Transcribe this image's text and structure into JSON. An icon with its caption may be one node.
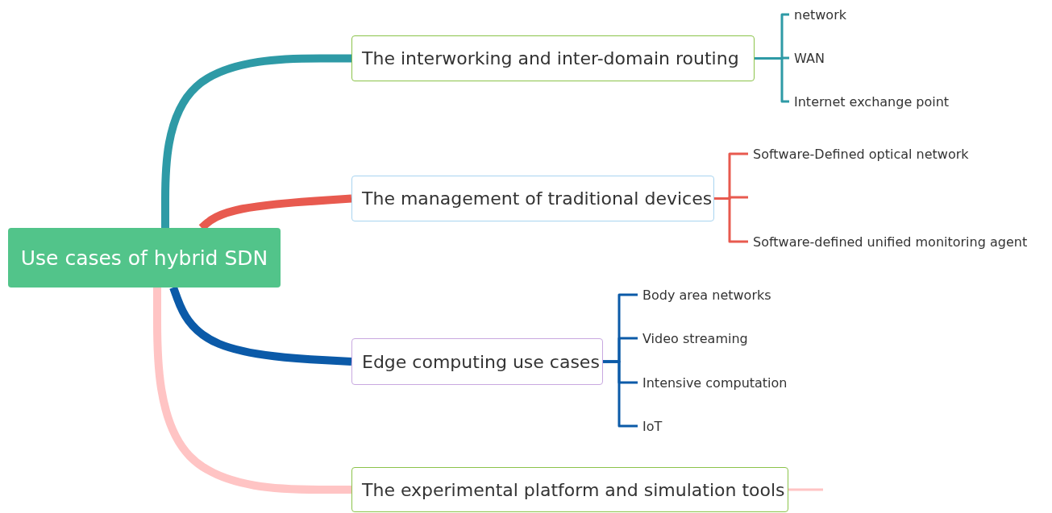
{
  "diagram": {
    "nodes": [
      {
        "text": [
          "Use cases of hybrid SDN"
        ]
      },
      {
        "text": [
          "The interworking and inter-domain routing"
        ]
      },
      {
        "text": [
          "network"
        ]
      },
      {
        "text": [
          "WAN"
        ]
      },
      {
        "text": [
          "Internet exchange point"
        ]
      },
      {
        "text": [
          "The management of traditional devices"
        ]
      },
      {
        "text": [
          "Software-Defined optical network"
        ]
      },
      {
        "text": [
          "Software-defined unified monitoring agent"
        ]
      },
      {
        "text": [
          "Edge computing use cases"
        ]
      },
      {
        "text": [
          "Body area networks"
        ]
      },
      {
        "text": [
          "Video streaming"
        ]
      },
      {
        "text": [
          "Intensive computation"
        ]
      },
      {
        "text": [
          "IoT"
        ]
      },
      {
        "text": [
          "The experimental platform and simulation tools"
        ]
      }
    ],
    "edges": [
      {
        "from": 0,
        "to": 1,
        "arrow": "none",
        "style": "thick",
        "color": "#2e9aa6"
      },
      {
        "from": 0,
        "to": 5,
        "arrow": "none",
        "style": "thick",
        "color": "#e85a4f"
      },
      {
        "from": 0,
        "to": 8,
        "arrow": "none",
        "style": "thick",
        "color": "#0b5aa8"
      },
      {
        "from": 0,
        "to": 13,
        "arrow": "none",
        "style": "thick",
        "color": "#ffc4c4"
      },
      {
        "from": 1,
        "to": 2,
        "arrow": "none",
        "color": "#2e9aa6"
      },
      {
        "from": 1,
        "to": 3,
        "arrow": "none",
        "color": "#2e9aa6"
      },
      {
        "from": 1,
        "to": 4,
        "arrow": "none",
        "color": "#2e9aa6"
      },
      {
        "from": 5,
        "to": 6,
        "arrow": "none",
        "color": "#e85a4f"
      },
      {
        "from": 5,
        "to": null,
        "arrow": "none",
        "color": "#e85a4f"
      },
      {
        "from": 5,
        "to": 7,
        "arrow": "none",
        "color": "#e85a4f"
      },
      {
        "from": 8,
        "to": 9,
        "arrow": "none",
        "color": "#0b5aa8"
      },
      {
        "from": 8,
        "to": 10,
        "arrow": "none",
        "color": "#0b5aa8"
      },
      {
        "from": 8,
        "to": 11,
        "arrow": "none",
        "color": "#0b5aa8"
      },
      {
        "from": 8,
        "to": 12,
        "arrow": "none",
        "color": "#0b5aa8"
      },
      {
        "from": 13,
        "to": null,
        "arrow": "none",
        "color": "#ffc4c4"
      }
    ]
  }
}
